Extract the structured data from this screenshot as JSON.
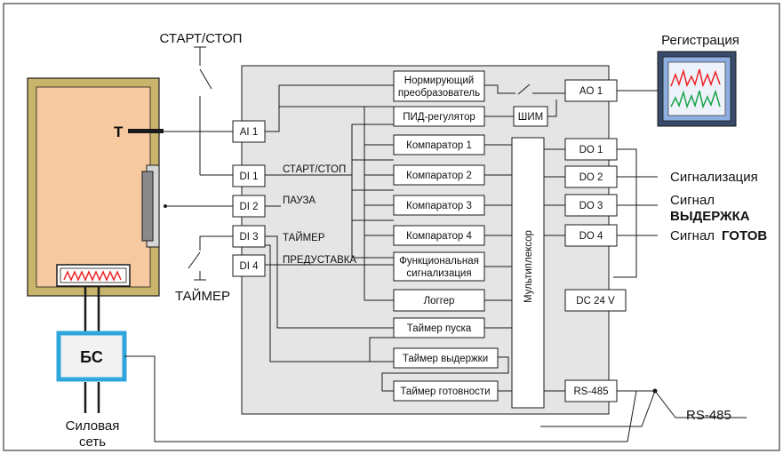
{
  "external": {
    "start_stop": "СТАРТ/СТОП",
    "timer": "ТАЙМЕР",
    "registration": "Регистрация",
    "alarm": "Сигнализация",
    "signal_word": "Сигнал",
    "hold_word": "ВЫДЕРЖКА",
    "ready_word": "ГОТОВ",
    "rs485": "RS-485",
    "power_line1": "Силовая",
    "power_line2": "сеть",
    "bs": "БС",
    "t": "Т"
  },
  "inputs": {
    "ai1": "AI 1",
    "di1": "DI 1",
    "di2": "DI 2",
    "di3": "DI 3",
    "di4": "DI 4"
  },
  "input_labels": {
    "start_stop": "СТАРТ/СТОП",
    "pause": "ПАУЗА",
    "timer": "ТАЙМЕР",
    "preset": "ПРЕДУСТАВКА"
  },
  "blocks": {
    "normalizer_1": "Нормирующий",
    "normalizer_2": "преобразователь",
    "pid": "ПИД-регулятор",
    "pwm": "ШИМ",
    "comp1": "Компаратор 1",
    "comp2": "Компаратор 2",
    "comp3": "Компаратор 3",
    "comp4": "Компаратор 4",
    "func_1": "Функциональная",
    "func_2": "сигнализация",
    "logger": "Логгер",
    "timer_start": "Таймер пуска",
    "timer_hold": "Таймер выдержки",
    "timer_ready": "Таймер готовности",
    "mux": "Мультиплексор"
  },
  "outputs": {
    "ao1": "AO 1",
    "do1": "DO 1",
    "do2": "DO 2",
    "do3": "DO 3",
    "do4": "DO 4",
    "dc": "DC 24 V",
    "rs485": "RS-485"
  },
  "colors": {
    "device_panel": "#e5e5e5",
    "oven_frame": "#c8b46a",
    "oven_inner": "#f6c9a0",
    "bs_border": "#2fa6dc",
    "bs_fill": "#f2f2f2",
    "heater": "#ee2222",
    "screen": "#8faee0",
    "trace_red": "#ee2222",
    "trace_green": "#19a34a"
  }
}
